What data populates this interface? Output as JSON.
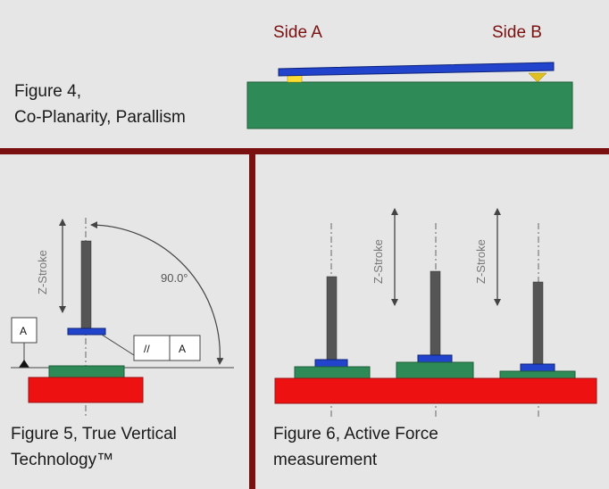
{
  "figure4": {
    "side_a": "Side A",
    "side_b": "Side B",
    "caption_line1": "Figure 4,",
    "caption_line2": "Co-Planarity, Parallism"
  },
  "figure5": {
    "z_stroke": "Z-Stroke",
    "angle": "90.0°",
    "datum_label": "A",
    "parallel_symbol": "//",
    "parallel_datum": "A",
    "caption_line1": "Figure 5,  True Vertical",
    "caption_line2": "Technology™"
  },
  "figure6": {
    "z_stroke": "Z-Stroke",
    "caption_line1": "Figure 6,  Active Force",
    "caption_line2": "measurement"
  },
  "colors": {
    "background": "#e6e6e6",
    "divider": "#7a1010",
    "substrate_green": "#2e8b57",
    "base_red": "#ee1111",
    "blue_bar": "#2244cc",
    "shaft_gray": "#555555",
    "pad_yellow": "#ffdd33"
  }
}
